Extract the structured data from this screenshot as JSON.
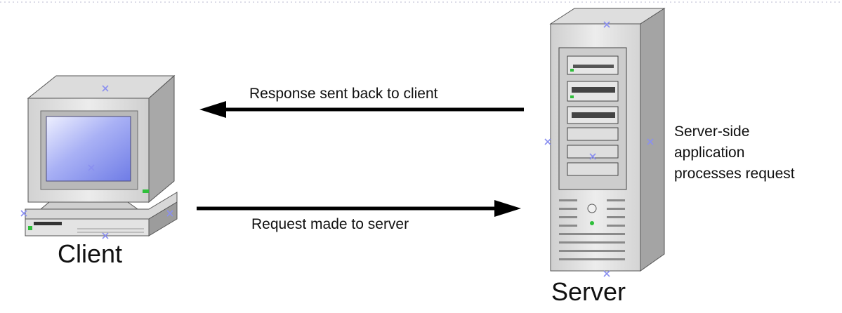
{
  "nodes": {
    "client": {
      "label": "Client"
    },
    "server": {
      "label": "Server"
    }
  },
  "arrows": {
    "response": {
      "label": "Response sent back to client",
      "direction": "server-to-client"
    },
    "request": {
      "label": "Request made to server",
      "direction": "client-to-server"
    }
  },
  "server_note": {
    "lines": [
      "Server-side",
      "application",
      "processes request"
    ]
  },
  "colors": {
    "screen": "#8e99ef",
    "case_light": "#e8e8e8",
    "case_mid": "#c4c4c4",
    "case_dark": "#8a8a8a",
    "led": "#2fbf3b",
    "arrow": "#000000",
    "marker": "#8a8ff0"
  }
}
